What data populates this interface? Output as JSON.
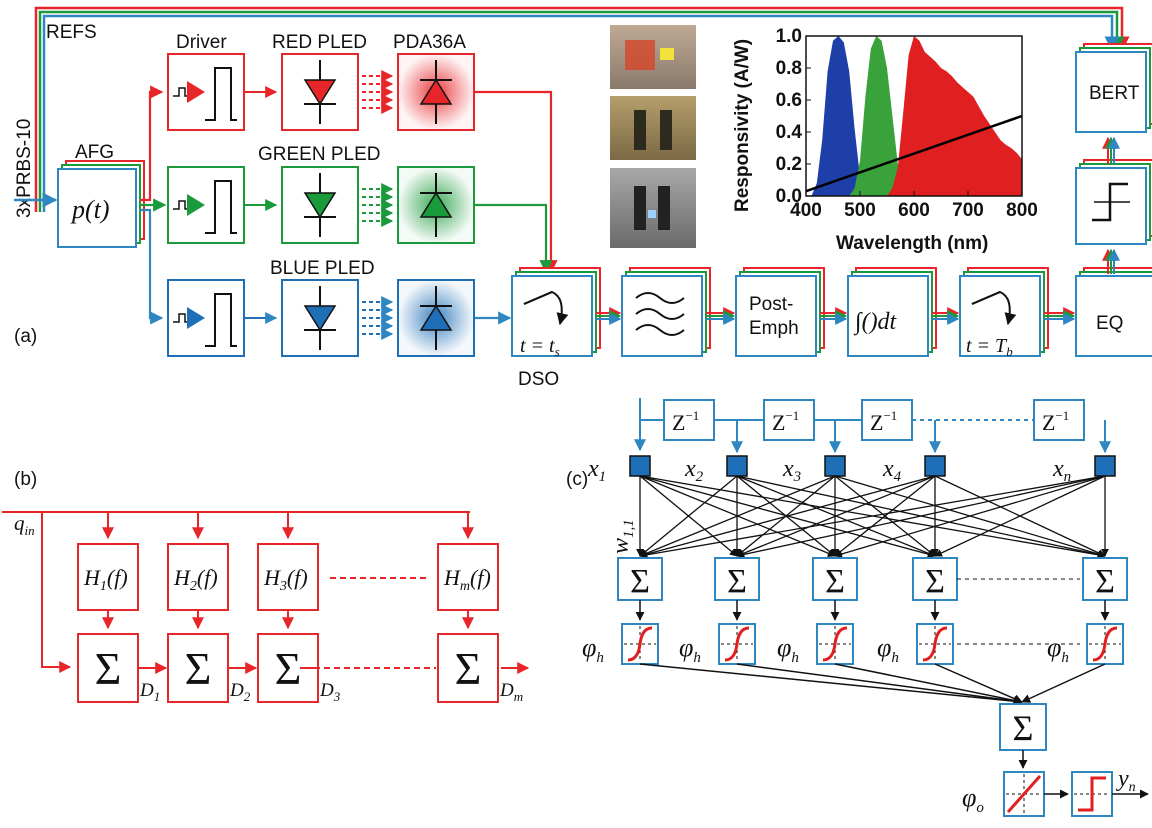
{
  "panel_a": {
    "tag": "(a)",
    "refs": "REFS",
    "prbs": "3xPRBS-10",
    "afg_label": "AFG",
    "afg_symbol": "p(t)",
    "driver_label": "Driver",
    "red_pled": "RED PLED",
    "green_pled": "GREEN PLED",
    "blue_pled": "BLUE PLED",
    "pd_label": "PDA36A",
    "dso_label": "DSO",
    "sample_eq": "t = t",
    "sample_sub": "s",
    "post_emph_1": "Post-",
    "post_emph_2": "Emph",
    "integrator": "∫()dt",
    "bit_sample_eq": "t = T",
    "bit_sample_sub": "b",
    "eq_label": "EQ",
    "bert_label": "BERT",
    "colors": {
      "red": "#e8262a",
      "green": "#1a9a3a",
      "blue": "#1f6fb8",
      "box_blue": "#2f87c2"
    }
  },
  "chart_data": {
    "type": "area",
    "xlabel": "Wavelength (nm)",
    "ylabel": "Responsivity (A/W)",
    "xlim": [
      400,
      800
    ],
    "ylim": [
      0.0,
      1.0
    ],
    "xticks": [
      "400",
      "500",
      "600",
      "700",
      "800"
    ],
    "yticks": [
      "0.0",
      "0.2",
      "0.4",
      "0.6",
      "0.8",
      "1.0"
    ],
    "series": [
      {
        "color": "#1f3fa8",
        "x": [
          410,
          420,
          430,
          440,
          450,
          460,
          470,
          480,
          490,
          500,
          510
        ],
        "y": [
          0.0,
          0.08,
          0.35,
          0.78,
          0.97,
          1.0,
          0.96,
          0.78,
          0.42,
          0.12,
          0.0
        ]
      },
      {
        "color": "#3aa23a",
        "x": [
          480,
          490,
          500,
          510,
          520,
          530,
          540,
          550,
          560,
          570,
          580,
          590
        ],
        "y": [
          0.0,
          0.05,
          0.22,
          0.62,
          0.92,
          1.0,
          0.97,
          0.8,
          0.5,
          0.2,
          0.05,
          0.0
        ]
      },
      {
        "color": "#e02020",
        "x": [
          550,
          560,
          570,
          580,
          590,
          600,
          610,
          620,
          630,
          640,
          650,
          660,
          670,
          680,
          690,
          700,
          710,
          720,
          730,
          740,
          750,
          760,
          770,
          780,
          790,
          800
        ],
        "y": [
          0.0,
          0.05,
          0.18,
          0.52,
          0.88,
          1.0,
          0.97,
          0.9,
          0.87,
          0.84,
          0.8,
          0.78,
          0.75,
          0.71,
          0.68,
          0.65,
          0.62,
          0.56,
          0.5,
          0.45,
          0.4,
          0.35,
          0.32,
          0.3,
          0.27,
          0.23
        ]
      },
      {
        "color": "#000000",
        "x": [
          400,
          800
        ],
        "y": [
          0.03,
          0.5
        ]
      }
    ]
  },
  "panel_b": {
    "tag": "(b)",
    "input": "q",
    "input_sub": "in",
    "filters": [
      {
        "h": "H",
        "sub": "1",
        "f": "(f)"
      },
      {
        "h": "H",
        "sub": "2",
        "f": "(f)"
      },
      {
        "h": "H",
        "sub": "3",
        "f": "(f)"
      },
      {
        "h": "H",
        "sub": "m",
        "f": "(f)"
      }
    ],
    "sum_symbol": "Σ",
    "outputs": [
      {
        "d": "D",
        "sub": "1"
      },
      {
        "d": "D",
        "sub": "2"
      },
      {
        "d": "D",
        "sub": "3"
      },
      {
        "d": "D",
        "sub": "m"
      }
    ]
  },
  "panel_c": {
    "tag": "(c)",
    "delay": "Z",
    "delay_exp": "−1",
    "inputs": [
      {
        "x": "x",
        "sub": "1"
      },
      {
        "x": "x",
        "sub": "2"
      },
      {
        "x": "x",
        "sub": "3"
      },
      {
        "x": "x",
        "sub": "4"
      },
      {
        "x": "x",
        "sub": "n"
      }
    ],
    "weight": "w",
    "weight_sub": "1,1",
    "hidden_act": "φ",
    "hidden_act_sub": "h",
    "out_act": "φ",
    "out_act_sub": "o",
    "output": "y",
    "output_sub": "n",
    "sum_symbol": "Σ"
  }
}
